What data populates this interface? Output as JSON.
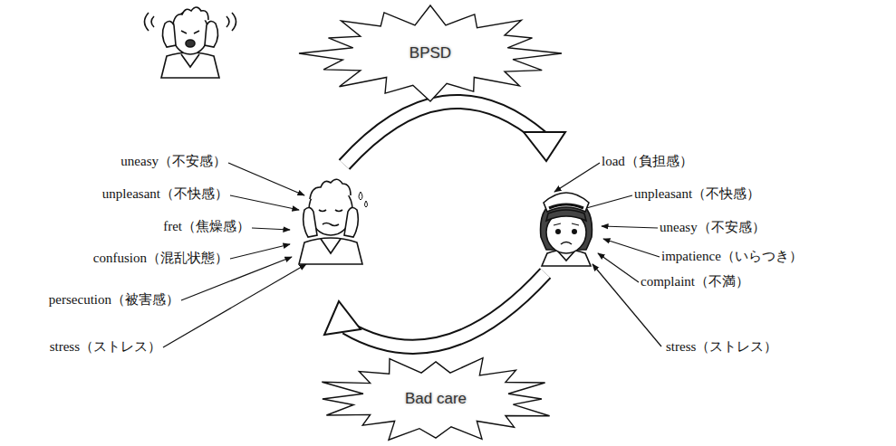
{
  "diagram": {
    "nodes": [
      {
        "text": [
          "BPSD"
        ]
      },
      {
        "text": [
          "Bad care"
        ]
      }
    ],
    "labels": [
      "uneasy（不安感）",
      "unpleasant（不快感）",
      "fret（焦燥感）",
      "confusion（混乱状態）",
      "persecution（被害感）",
      "stress（ストレス）",
      "load（負担感）",
      "unpleasant（不快感）",
      "uneasy（不安感）",
      "impatience（いらつき）",
      "complaint（不満）",
      "stress（ストレス）"
    ]
  }
}
